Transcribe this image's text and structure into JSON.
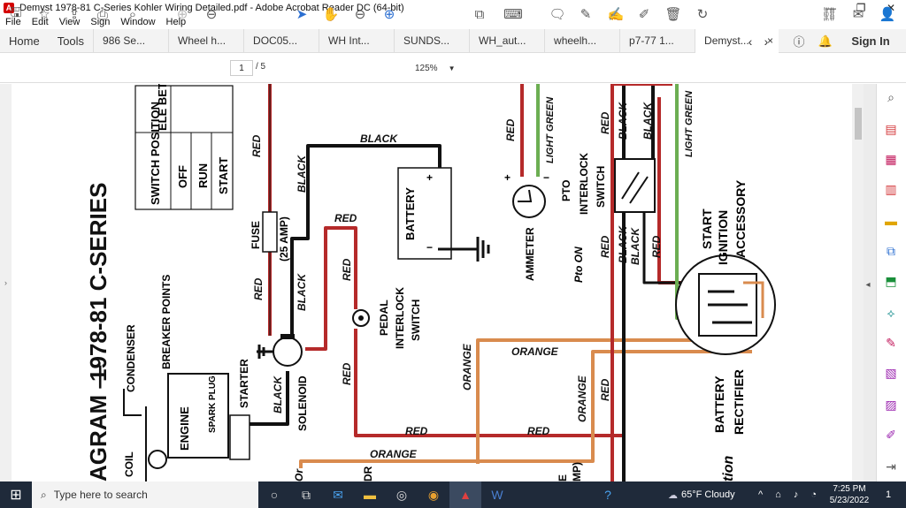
{
  "window": {
    "title": "Demyst 1978-81 C-Series Kohler Wiring Detailed.pdf - Adobe Acrobat Reader DC (64-bit)",
    "minimize": "—",
    "maximize": "❐",
    "close": "✕"
  },
  "menu": [
    "File",
    "Edit",
    "View",
    "Sign",
    "Window",
    "Help"
  ],
  "tabs": {
    "home": "Home",
    "tools": "Tools",
    "docs": [
      "986 Se...",
      "Wheel h...",
      "DOC05...",
      "WH Int...",
      "SUNDS...",
      "WH_aut...",
      "wheelh...",
      "p7-77 1...",
      "Demyst..."
    ],
    "close": "×",
    "sign_in": "Sign In"
  },
  "toolbar": {
    "page_current": "1",
    "page_total": "/ 5",
    "zoom": "125%"
  },
  "diagram": {
    "title": "1978-81 C-SERIES",
    "title_partial": "AGRAM —",
    "table_header": [
      "SWITCH POSITION",
      "ELE BETW"
    ],
    "table_rows": [
      "OFF",
      "RUN",
      "START"
    ],
    "labels": {
      "condenser": "CONDENSER",
      "breaker": "BREAKER POINTS",
      "coil": "COIL",
      "engine": "ENGINE",
      "spark_plug": "SPARK PLUG",
      "starter": "STARTER",
      "solenoid": "SOLENOID",
      "fuse": "FUSE",
      "fuse_amp": "(25 AMP)",
      "battery": "BATTERY",
      "pedal_switch_1": "PEDAL",
      "pedal_switch_2": "INTERLOCK",
      "pedal_switch_3": "SWITCH",
      "ammeter": "AMMETER",
      "pto_1": "PTO",
      "pto_2": "INTERLOCK",
      "pto_3": "SWITCH",
      "pto_on": "Pto ON",
      "start": "START",
      "ignition": "IGNITION",
      "accessory": "ACCESSORY",
      "battery2": "BATTERY",
      "rectifier": "RECTIFIER",
      "plus": "+",
      "minus": "−",
      "partial_tion": "tion",
      "partial_or": "Or",
      "partial_dr": "DR",
      "partial_mp": "MP)",
      "partial_e": "E"
    },
    "wires": {
      "red": "RED",
      "black": "BLACK",
      "orange": "ORANGE",
      "light_green": "LIGHT GREEN"
    },
    "colors": {
      "red": "#b52a2a",
      "black": "#111111",
      "orange": "#d98b4e",
      "green": "#6cae52"
    }
  },
  "taskbar": {
    "search_placeholder": "Type here to search",
    "weather": "65°F  Cloudy",
    "time": "7:25 PM",
    "date": "5/23/2022",
    "notif": "1"
  }
}
